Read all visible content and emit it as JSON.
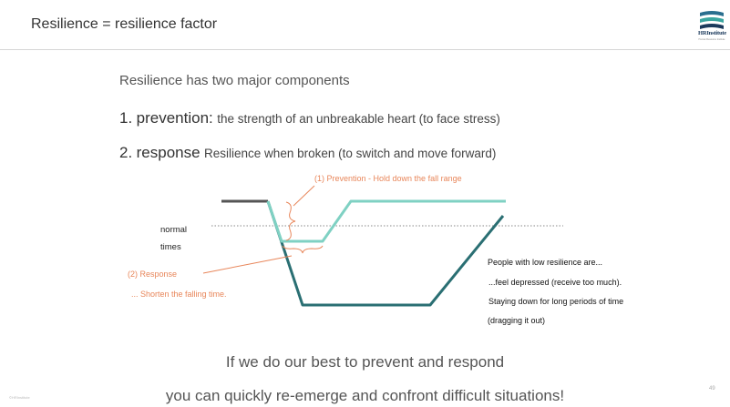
{
  "header": {
    "title": "Resilience = resilience factor",
    "logo_text": "HRInstitute",
    "logo_subtext": "Human Resource Institute"
  },
  "intro": "Resilience has two major components",
  "points": [
    {
      "number": "1.",
      "keyword": "prevention:",
      "description": "the strength of an unbreakable heart (to face stress)"
    },
    {
      "number": "2.",
      "keyword": "response",
      "description": "Resilience when broken (to switch and move forward)"
    }
  ],
  "diagram": {
    "prevention_label": "(1) Prevention - Hold down the fall range",
    "normal_label_1": "normal",
    "normal_label_2": "times",
    "response_label": "(2) Response",
    "response_detail": "... Shorten the falling time.",
    "low_resilience_lines": [
      "People with low resilience are...",
      "...feel depressed (receive too much).",
      "Staying down for long periods of time",
      "(dragging it out)"
    ],
    "colors": {
      "high_resilience": "#7fd1c3",
      "low_resilience": "#2a6f73",
      "baseline": "#555555",
      "annotation": "#e8865a"
    }
  },
  "closing": [
    "If we do our best to prevent and respond",
    "you can quickly re-emerge and confront difficult situations!"
  ],
  "footer": {
    "left": "©HRInstitute",
    "page_number": "49"
  }
}
